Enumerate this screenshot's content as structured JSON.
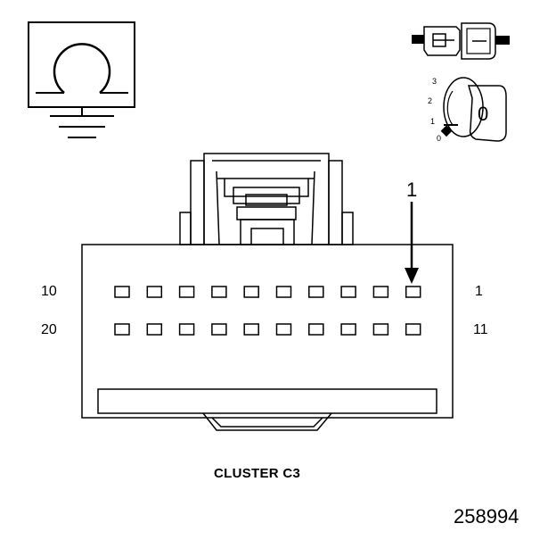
{
  "connector": {
    "title": "CLUSTER C3",
    "row1_left_label": "10",
    "row1_right_label": "1",
    "row2_left_label": "20",
    "row2_right_label": "11",
    "callout": "1",
    "pin_rows": 2,
    "pins_per_row": 10
  },
  "ignition_switch": {
    "positions": [
      "3",
      "2",
      "1",
      "0"
    ],
    "key_label": "0"
  },
  "figure_id": "258994",
  "icons": {
    "ground_symbol": "ground-circuit-icon",
    "connector_plug": "connector-plug-icon",
    "ignition_key": "ignition-key-icon"
  },
  "colors": {
    "line": "#000000",
    "background": "#ffffff"
  }
}
